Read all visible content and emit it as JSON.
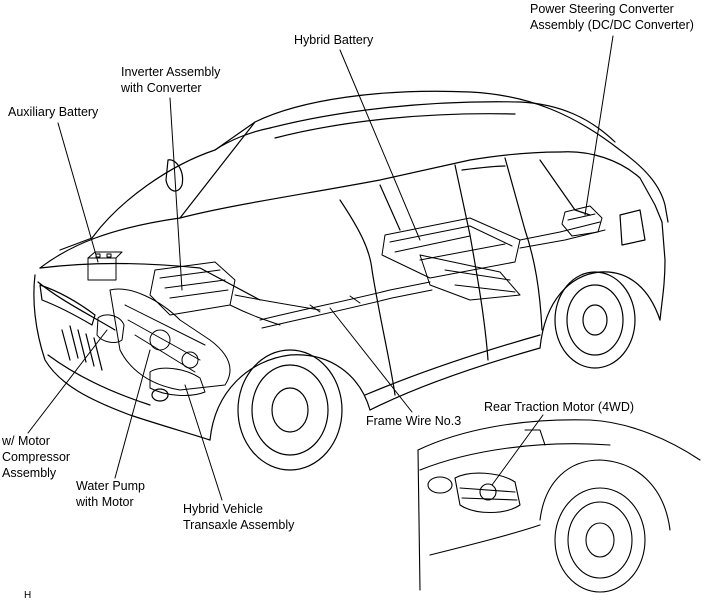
{
  "figure": {
    "figure_code": "H",
    "labels": {
      "auxiliary_battery": [
        "Auxiliary Battery"
      ],
      "inverter_assembly": [
        "Inverter Assembly",
        "with Converter"
      ],
      "hybrid_battery": [
        "Hybrid Battery"
      ],
      "power_steering_converter": [
        "Power Steering Converter",
        "Assembly (DC/DC Converter)"
      ],
      "frame_wire": [
        "Frame Wire No.3"
      ],
      "rear_traction_motor": [
        "Rear Traction Motor (4WD)"
      ],
      "motor_compressor": [
        "w/ Motor",
        "Compressor",
        "Assembly"
      ],
      "water_pump": [
        "Water Pump",
        "with Motor"
      ],
      "transaxle": [
        "Hybrid Vehicle",
        "Transaxle Assembly"
      ]
    }
  }
}
